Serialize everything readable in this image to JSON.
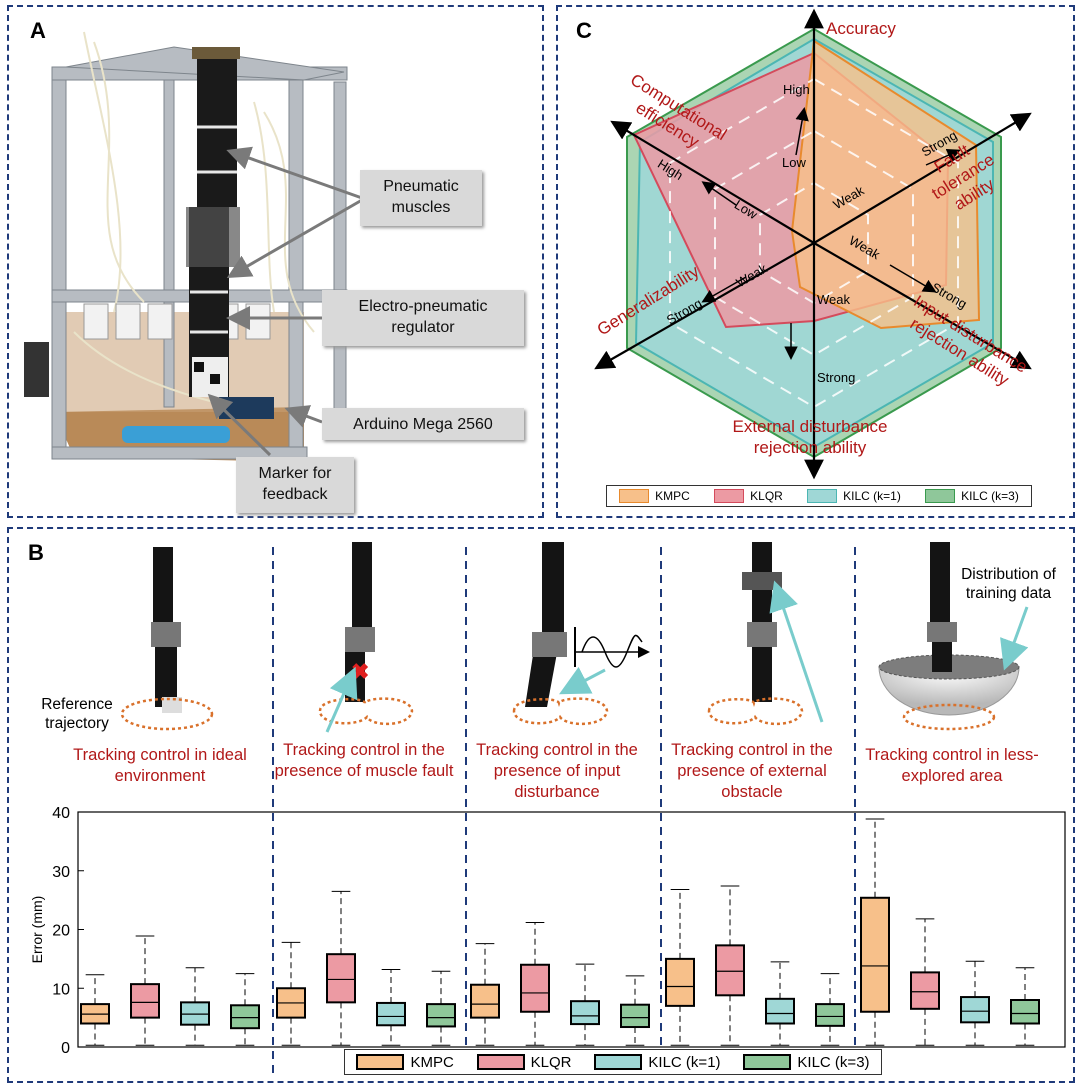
{
  "panelA": {
    "label": "A",
    "callouts": [
      "Pneumatic muscles",
      "Electro-pneumatic regulator",
      "Arduino Mega 2560",
      "Marker for feedback"
    ]
  },
  "panelC": {
    "label": "C",
    "axes": [
      "Accuracy",
      "Fault tolerance ability",
      "Input disturbance rejection ability",
      "External disturbance rejection ability",
      "Generalizability",
      "Computational efficiency"
    ],
    "axis_end_labels": {
      "high1": "High",
      "low1": "Low",
      "high2": "High",
      "low2": "Low",
      "weak": "Weak",
      "strong": "Strong"
    },
    "legend": [
      "KMPC",
      "KLQR",
      "KILC (k=1)",
      "KILC (k=3)"
    ],
    "colors": {
      "KMPC": "#f7c08a",
      "KLQR": "#ec9aa3",
      "KILC1": "#9fd7d6",
      "KILC3": "#8fc79a"
    }
  },
  "panelB": {
    "label": "B",
    "captions": [
      "Tracking control in ideal environment",
      "Tracking control in the presence of muscle fault",
      "Tracking control in the presence of input disturbance",
      "Tracking control in the presence of external obstacle",
      "Tracking control in less-explored area"
    ],
    "annotations": {
      "reference": "Reference trajectory",
      "distribution": "Distribution of training data"
    }
  },
  "chart_data": {
    "type": "box",
    "ylabel": "Error (mm)",
    "ylim": [
      0,
      40
    ],
    "yticks": [
      0,
      10,
      20,
      30,
      40
    ],
    "categories": [
      "Tracking control in ideal environment",
      "Tracking control in the presence of muscle fault",
      "Tracking control in the presence of input disturbance",
      "Tracking control in the presence of external obstacle",
      "Tracking control in less-explored area"
    ],
    "series": [
      {
        "name": "KMPC",
        "color": "#f7c08a",
        "boxes": [
          {
            "min": 0.3,
            "q1": 4,
            "median": 5.6,
            "q3": 7.3,
            "max": 12.3
          },
          {
            "min": 0.3,
            "q1": 5,
            "median": 7.5,
            "q3": 10,
            "max": 17.8
          },
          {
            "min": 0.3,
            "q1": 5,
            "median": 7.3,
            "q3": 10.6,
            "max": 17.6
          },
          {
            "min": 0.3,
            "q1": 7,
            "median": 10.3,
            "q3": 15,
            "max": 26.8
          },
          {
            "min": 0.3,
            "q1": 6,
            "median": 13.8,
            "q3": 25.4,
            "max": 38.8
          }
        ]
      },
      {
        "name": "KLQR",
        "color": "#ec9aa3",
        "boxes": [
          {
            "min": 0.3,
            "q1": 5,
            "median": 7.6,
            "q3": 10.7,
            "max": 18.9
          },
          {
            "min": 0.3,
            "q1": 7.6,
            "median": 11.5,
            "q3": 15.8,
            "max": 26.5
          },
          {
            "min": 0.3,
            "q1": 6,
            "median": 9.2,
            "q3": 14,
            "max": 21.2
          },
          {
            "min": 0.3,
            "q1": 8.8,
            "median": 12.9,
            "q3": 17.3,
            "max": 27.4
          },
          {
            "min": 0.3,
            "q1": 6.5,
            "median": 9.4,
            "q3": 12.7,
            "max": 21.8
          }
        ]
      },
      {
        "name": "KILC (k=1)",
        "color": "#9fd7d6",
        "boxes": [
          {
            "min": 0.3,
            "q1": 3.8,
            "median": 5.6,
            "q3": 7.6,
            "max": 13.5
          },
          {
            "min": 0.3,
            "q1": 3.7,
            "median": 5.2,
            "q3": 7.5,
            "max": 13.2
          },
          {
            "min": 0.3,
            "q1": 3.9,
            "median": 5.3,
            "q3": 7.8,
            "max": 14.1
          },
          {
            "min": 0.3,
            "q1": 4,
            "median": 5.7,
            "q3": 8.2,
            "max": 14.5
          },
          {
            "min": 0.3,
            "q1": 4.2,
            "median": 6.1,
            "q3": 8.5,
            "max": 14.6
          }
        ]
      },
      {
        "name": "KILC (k=3)",
        "color": "#8fc79a",
        "boxes": [
          {
            "min": 0.3,
            "q1": 3.2,
            "median": 5,
            "q3": 7.1,
            "max": 12.5
          },
          {
            "min": 0.3,
            "q1": 3.5,
            "median": 5,
            "q3": 7.3,
            "max": 12.9
          },
          {
            "min": 0.3,
            "q1": 3.4,
            "median": 5,
            "q3": 7.2,
            "max": 12.1
          },
          {
            "min": 0.3,
            "q1": 3.6,
            "median": 5.2,
            "q3": 7.3,
            "max": 12.5
          },
          {
            "min": 0.3,
            "q1": 4,
            "median": 5.7,
            "q3": 8,
            "max": 13.5
          }
        ]
      }
    ],
    "legend": [
      "KMPC",
      "KLQR",
      "KILC (k=1)",
      "KILC (k=3)"
    ],
    "legend_position": "bottom-center",
    "grid": false
  }
}
